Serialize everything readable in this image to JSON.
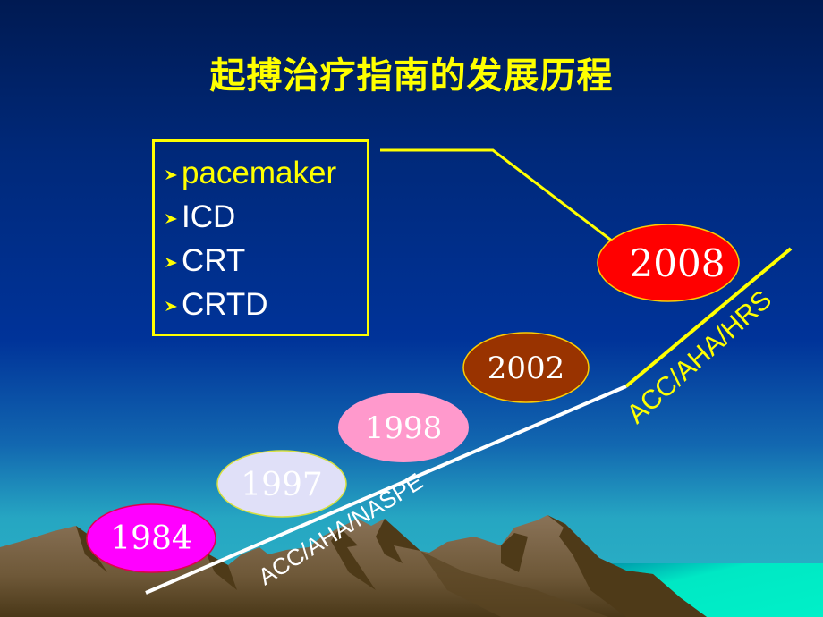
{
  "slide": {
    "title": "起搏治疗指南的发展历程",
    "device_list": {
      "items": [
        {
          "label": "pacemaker",
          "color": "#ffff00"
        },
        {
          "label": "ICD",
          "color": "#ffffff"
        },
        {
          "label": "CRT",
          "color": "#ffffff"
        },
        {
          "label": "CRTD",
          "color": "#ffffff"
        }
      ],
      "bullet_icon": "arrow-bullet-icon",
      "border_color": "#ffff00"
    },
    "timeline": {
      "years": [
        {
          "label": "1984",
          "fill": "#ff00ff",
          "stroke": "#e0004c"
        },
        {
          "label": "1997",
          "fill": "#e0e0f8",
          "stroke": "#d8e040"
        },
        {
          "label": "1998",
          "fill": "#ff99cc",
          "stroke": "#ff99cc"
        },
        {
          "label": "2002",
          "fill": "#993300",
          "stroke": "#ffcc00"
        },
        {
          "label": "2008",
          "fill": "#ff0000",
          "stroke": "#ffcc00"
        }
      ],
      "guideline_labels": {
        "early": "ACC/AHA/NASPE",
        "latest": "ACC/AHA/HRS"
      },
      "line_colors": {
        "early": "#ffffff",
        "latest": "#ffff00"
      }
    }
  }
}
